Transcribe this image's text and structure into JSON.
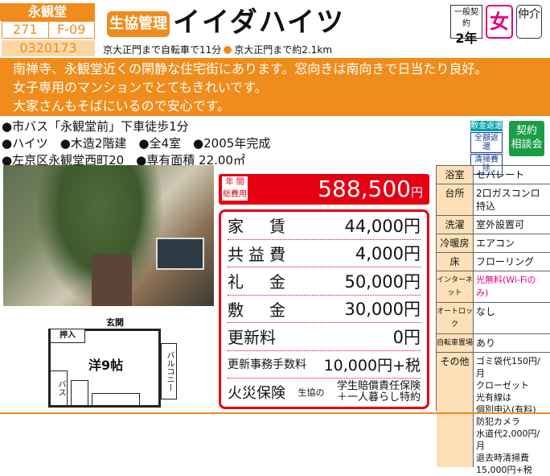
{
  "header": {
    "area": "永観堂",
    "code1": "271",
    "code2": "F-09",
    "id": "0320173",
    "badge": "生協管理",
    "title": "イイダハイツ",
    "access_a": "京大正門まで自転車で11分",
    "access_b": "京大正門まで約2.1km"
  },
  "tags": {
    "contract_small": "一般契約",
    "contract_big": "2年",
    "female": "女",
    "broker": "仲介"
  },
  "description": [
    "南禅寺、永観堂近くの閑静な住宅街にあります。窓向きは南向きで日当たり良好。",
    "女子専用のマンションでとてもきれいです。",
    "大家さんもそばにいるので安心です。"
  ],
  "facts": [
    "●市バス「永観堂前」下車徒歩1分",
    "●ハイツ　●木造2階建　●全4室　●2005年完成",
    "●左京区永観堂西町20　●専有面積 22.00㎡"
  ],
  "icons": {
    "deposit1": "敷金返還",
    "deposit2": "全額返還",
    "deposit3": "清掃費除",
    "consult1": "契約",
    "consult2": "相談会"
  },
  "annual": {
    "label1": "年 間",
    "label2": "総費用",
    "value": "588,500",
    "unit": "円"
  },
  "fees": [
    {
      "label": "家　賃",
      "value": "44,000円"
    },
    {
      "label": "共益費",
      "value": "4,000円"
    },
    {
      "label": "礼　金",
      "value": "50,000円"
    },
    {
      "label": "敷　金",
      "value": "30,000円"
    },
    {
      "label": "更新料",
      "value": "0円"
    },
    {
      "label": "更新事務手数料",
      "value": "10,000円+税"
    }
  ],
  "insurance": {
    "label": "火災保険",
    "prefix": "生協の",
    "line1": "学生賠償責任保険",
    "line2": "＋一人暮らし特約"
  },
  "spec": [
    {
      "k": "浴室",
      "v": "セパレート"
    },
    {
      "k": "台所",
      "v": "2口ガスコンロ持込"
    },
    {
      "k": "洗濯",
      "v": "室外設置可"
    },
    {
      "k": "冷暖房",
      "v": "エアコン"
    },
    {
      "k": "床",
      "v": "フローリング"
    },
    {
      "k": "インターネット",
      "v": "光無料(Wi-Fiのみ)"
    },
    {
      "k": "オートロック",
      "v": "なし"
    },
    {
      "k": "自転車置場",
      "v": "あり"
    },
    {
      "k": "その他",
      "v": "ゴミ袋代150円/月\nクローゼット\n光有線は\n個別申込(有料)\n防犯カメラ\n水道代2,000円/月\n退去時清掃費\n15,000円+税"
    }
  ],
  "plan": {
    "oshiire": "押入",
    "genkan": "玄関",
    "room": "洋9帖",
    "balcony": "バルコニー",
    "bath": "バス"
  }
}
